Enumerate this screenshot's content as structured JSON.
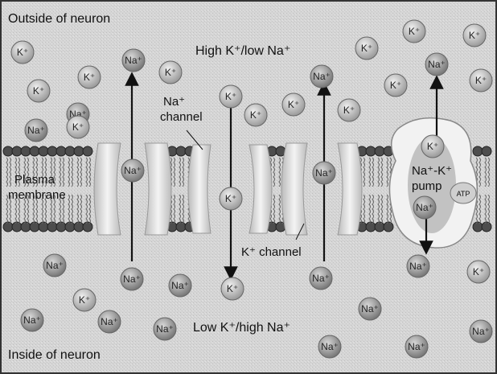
{
  "regions": {
    "outside_label": "Outside of neuron",
    "inside_label": "Inside of neuron",
    "outside_concentration": "High K⁺/low Na⁺",
    "inside_concentration": "Low K⁺/high Na⁺"
  },
  "membrane": {
    "label_line1": "Plasma",
    "label_line2": "membrane"
  },
  "channels": {
    "na_label_line1": "Na⁺",
    "na_label_line2": "channel",
    "k_label": "K⁺ channel"
  },
  "pump": {
    "label_line1": "Na⁺-K⁺",
    "label_line2": "pump",
    "atp_label": "ATP"
  },
  "ions": {
    "k": "K⁺",
    "na": "Na⁺"
  },
  "colors": {
    "background": "#d9d9d9",
    "membrane_head": "#4a4a4a",
    "protein": "#ececec",
    "ion": "#bdbdbd",
    "arrow": "#111111"
  }
}
